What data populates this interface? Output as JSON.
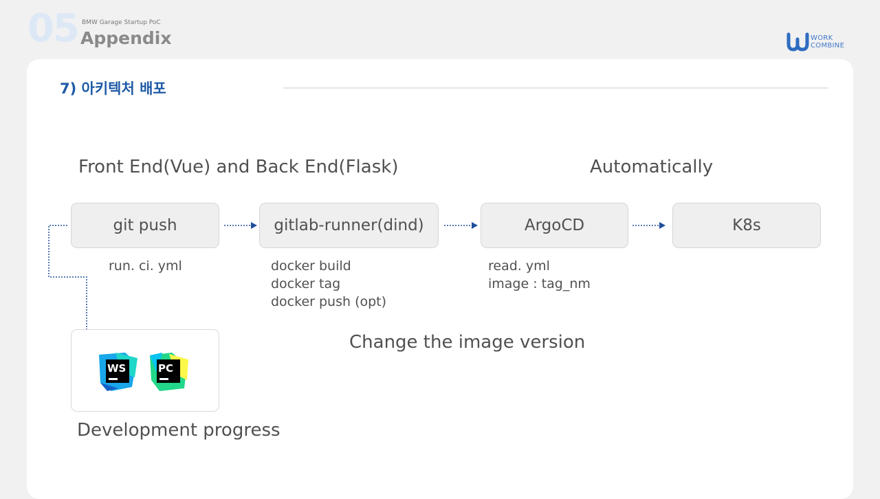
{
  "header": {
    "section_number": "05",
    "subtitle": "BMW Garage Startup PoC",
    "title": "Appendix",
    "brand": {
      "line1": "WORK",
      "line2": "COMBINE",
      "mark_color": "#2f6cc0"
    }
  },
  "section": {
    "heading": "7) 아키텍처 배포"
  },
  "captions": {
    "top_left": "Front End(Vue) and Back End(Flask)",
    "top_right": "Automatically",
    "middle": "Change the image version",
    "bottom": "Development progress"
  },
  "pipeline": [
    {
      "label": "git push",
      "notes": [
        "run. ci. yml"
      ]
    },
    {
      "label": "gitlab-runner(dind)",
      "notes": [
        "docker build",
        "docker tag",
        "docker push (opt)"
      ]
    },
    {
      "label": "ArgoCD",
      "notes": [
        "read. yml",
        "image : tag_nm"
      ]
    },
    {
      "label": "K8s",
      "notes": []
    }
  ],
  "ide_icons": [
    {
      "name": "webstorm-icon",
      "letters": "WS"
    },
    {
      "name": "pycharm-icon",
      "letters": "PC"
    }
  ],
  "colors": {
    "accent": "#1f5aa6",
    "arrow": "#1f4e9c",
    "node_fill": "#efefef",
    "background": "#f1f1f1"
  }
}
